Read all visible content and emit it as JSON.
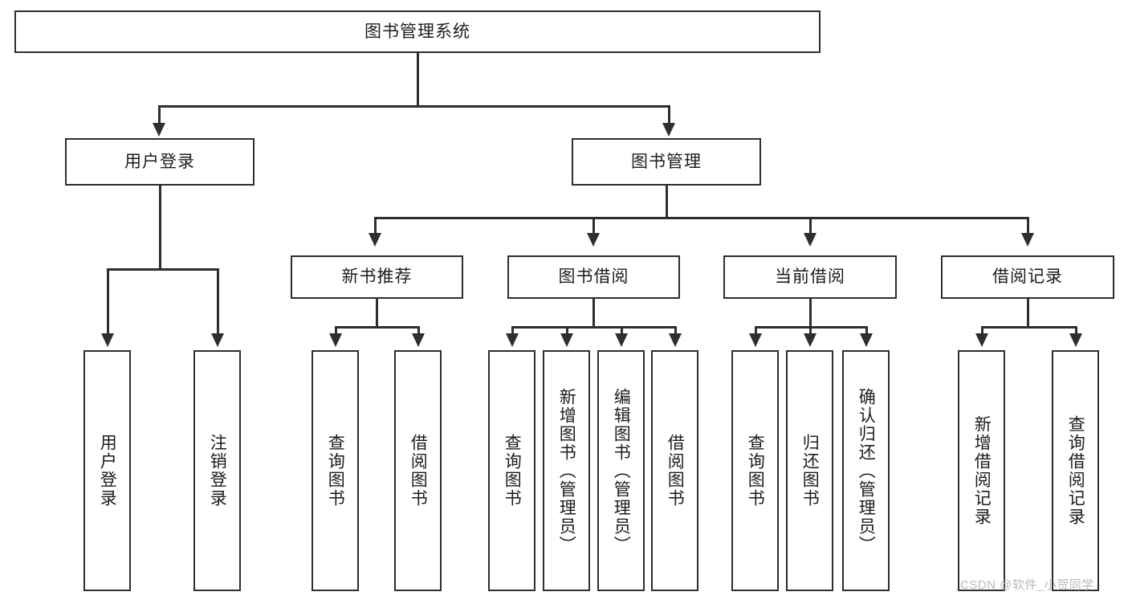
{
  "diagram": {
    "title": "图书管理系统",
    "type": "hierarchy-tree",
    "root": {
      "label": "图书管理系统"
    },
    "level2": [
      {
        "label": "用户登录"
      },
      {
        "label": "图书管理"
      }
    ],
    "level3": [
      {
        "label": "新书推荐"
      },
      {
        "label": "图书借阅"
      },
      {
        "label": "当前借阅"
      },
      {
        "label": "借阅记录"
      }
    ],
    "leaves": {
      "user_login": [
        {
          "label": "用户登录"
        },
        {
          "label": "注销登录"
        }
      ],
      "new_book_recommend": [
        {
          "label": "查询图书"
        },
        {
          "label": "借阅图书"
        }
      ],
      "book_borrow": [
        {
          "label": "查询图书"
        },
        {
          "label": "新增图书（管理员）"
        },
        {
          "label": "编辑图书（管理员）"
        },
        {
          "label": "借阅图书"
        }
      ],
      "current_borrow": [
        {
          "label": "查询图书"
        },
        {
          "label": "归还图书"
        },
        {
          "label": "确认归还（管理员）"
        }
      ],
      "borrow_record": [
        {
          "label": "新增借阅记录"
        },
        {
          "label": "查询借阅记录"
        }
      ]
    }
  },
  "watermark": {
    "text": "CSDN @软件_小贺同学"
  },
  "colors": {
    "stroke": "#2e2e2e",
    "background": "#ffffff",
    "text": "#1c1c1c",
    "watermark": "#b9b9b9"
  }
}
